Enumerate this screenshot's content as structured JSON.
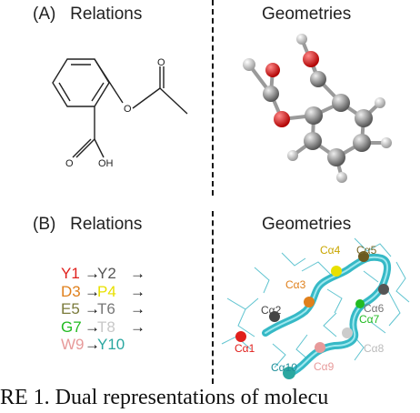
{
  "top": {
    "left_heading": "(A)   Relations",
    "right_heading": "Geometries",
    "molecule_labels": {
      "ester_o": "O",
      "carbonyl_o": "O",
      "acid_o1": "O",
      "acid_oh": "OH"
    }
  },
  "bottom": {
    "left_heading": "(B)   Relations",
    "right_heading": "Geometries",
    "sequence": [
      {
        "a": "Y1",
        "a_color": "#e0201c",
        "b": "Y2",
        "b_color": "#555555"
      },
      {
        "a": "D3",
        "a_color": "#e0801c",
        "b": "P4",
        "b_color": "#e8e000"
      },
      {
        "a": "E5",
        "a_color": "#7a7a3a",
        "b": "T6",
        "b_color": "#777777"
      },
      {
        "a": "G7",
        "a_color": "#22bb22",
        "b": "T8",
        "b_color": "#c8c8c8"
      },
      {
        "a": "W9",
        "a_color": "#e79a9a",
        "b": "Y10",
        "b_color": "#2aa7a0"
      }
    ],
    "arrow": "→",
    "ca_labels": [
      {
        "text": "Cα4",
        "color": "#c9a600"
      },
      {
        "text": "Cα5",
        "color": "#7a6a2a"
      },
      {
        "text": "Cα3",
        "color": "#e0801c"
      },
      {
        "text": "Cα6",
        "color": "#777777"
      },
      {
        "text": "Cα2",
        "color": "#444444"
      },
      {
        "text": "Cα7",
        "color": "#22bb22"
      },
      {
        "text": "Cα1",
        "color": "#e0201c"
      },
      {
        "text": "Cα8",
        "color": "#bbbbbb"
      },
      {
        "text": "Cα10",
        "color": "#1f8f9a"
      },
      {
        "text": "Cα9",
        "color": "#e79a9a"
      }
    ]
  },
  "caption": "RE 1. Dual representations of molecu"
}
